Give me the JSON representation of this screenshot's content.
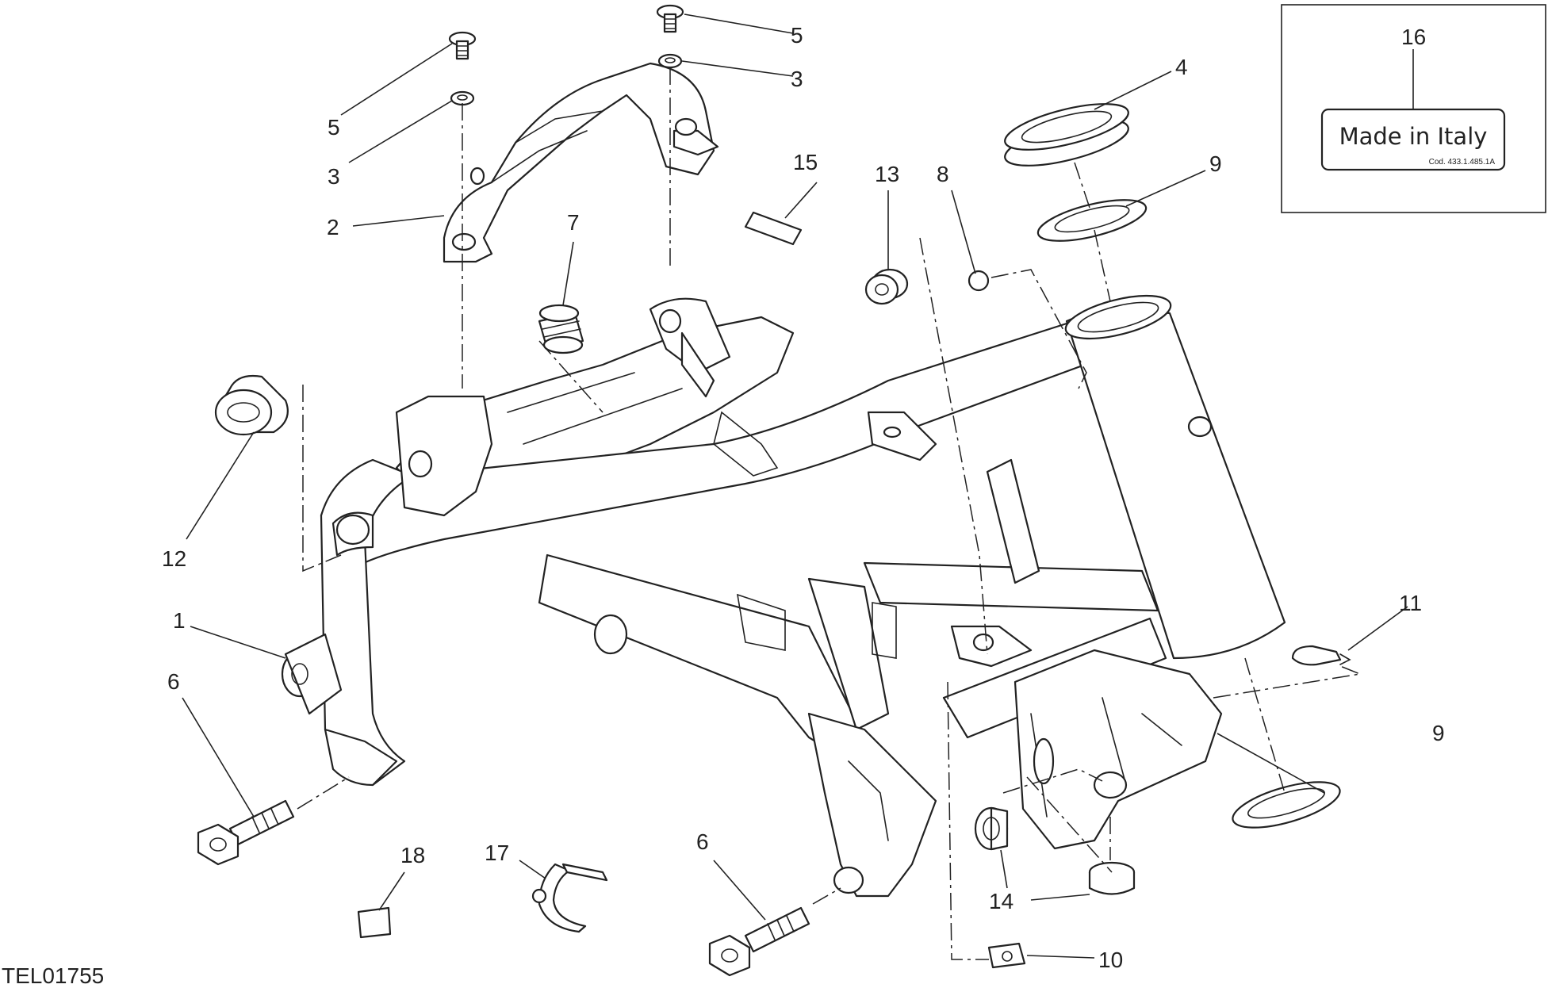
{
  "callouts": {
    "c1": "1",
    "c2": "2",
    "c3a": "3",
    "c3b": "3",
    "c4": "4",
    "c5a": "5",
    "c5b": "5",
    "c6a": "6",
    "c6b": "6",
    "c7": "7",
    "c8": "8",
    "c9a": "9",
    "c9b": "9",
    "c10": "10",
    "c11": "11",
    "c12": "12",
    "c13": "13",
    "c14": "14",
    "c15": "15",
    "c16": "16",
    "c17": "17",
    "c18": "18"
  },
  "label_plate": {
    "main_text": "Made in Italy",
    "code_text": "Cod. 433.1.485.1A"
  },
  "drawing_code": "TEL01755"
}
